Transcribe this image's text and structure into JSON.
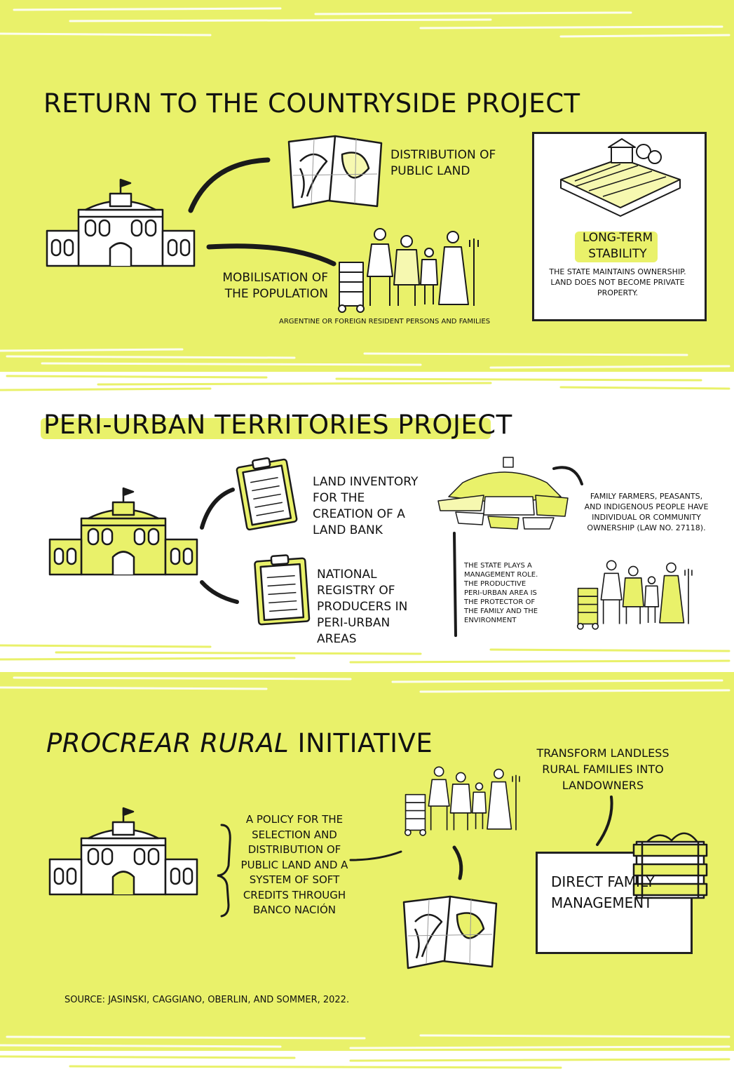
{
  "sections": {
    "s1": {
      "title": "RETURN TO THE COUNTRYSIDE PROJECT",
      "distribution": "DISTRIBUTION OF PUBLIC LAND",
      "mobilisation": "MOBILISATION OF THE POPULATION",
      "residents": "ARGENTINE OR FOREIGN RESIDENT PERSONS AND FAMILIES",
      "stability_title": "LONG-TERM STABILITY",
      "stability_text": "THE STATE MAINTAINS OWNERSHIP. LAND DOES NOT BECOME PRIVATE PROPERTY."
    },
    "s2": {
      "title": "PERI-URBAN TERRITORIES PROJECT",
      "inventory": "LAND INVENTORY FOR THE CREATION OF A LAND BANK",
      "registry": "NATIONAL REGISTRY OF PRODUCERS IN PERI-URBAN AREAS",
      "state_role": "THE STATE PLAYS A MANAGEMENT ROLE. THE PRODUCTIVE PERI-URBAN AREA IS THE PROTECTOR OF THE FAMILY AND THE ENVIRONMENT",
      "farmers": "FAMILY FARMERS, PEASANTS, AND INDIGENOUS PEOPLE HAVE INDIVIDUAL OR COMMUNITY OWNERSHIP (LAW NO. 27118)."
    },
    "s3": {
      "title_italic": "PROCREAR RURAL",
      "title_rest": " INITIATIVE",
      "policy": "A POLICY FOR THE SELECTION AND DISTRIBUTION OF PUBLIC LAND AND A SYSTEM OF SOFT CREDITS THROUGH BANCO NACIÓN",
      "transform": "TRANSFORM LANDLESS RURAL FAMILIES INTO LANDOWNERS",
      "direct": "DIRECT FAMILY MANAGEMENT"
    }
  },
  "source": "SOURCE: JASINSKI, CAGGIANO, OBERLIN, AND SOMMER, 2022.",
  "colors": {
    "accent": "#e9f16a",
    "ink": "#1a1a1a",
    "paper": "#ffffff"
  },
  "icons": [
    "government-building-icon",
    "land-map-icon",
    "farming-family-icon",
    "fenced-farm-icon",
    "clipboard-icon",
    "peri-urban-fields-icon",
    "produce-crate-icon"
  ]
}
